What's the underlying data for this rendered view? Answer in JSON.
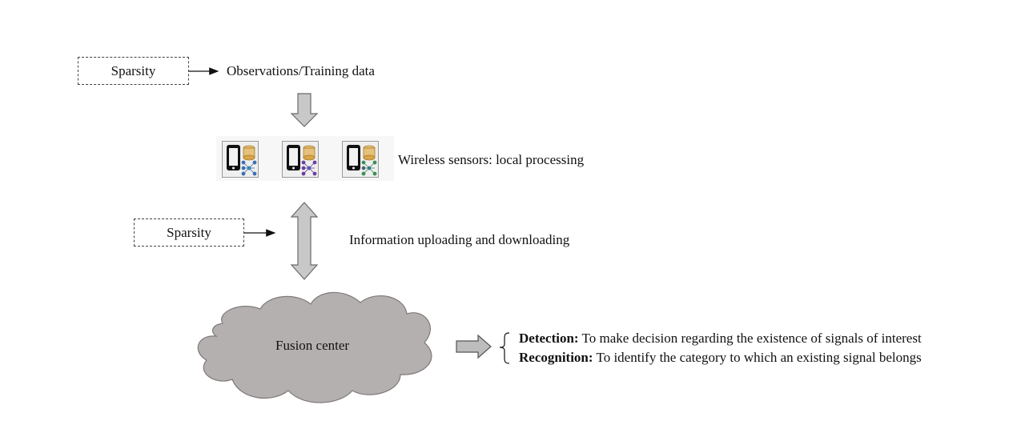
{
  "top": {
    "sparsity_label": "Sparsity",
    "observations_label": "Observations/Training data"
  },
  "sensors": {
    "label": "Wireless sensors: local processing",
    "count": 3,
    "icons": [
      "smartphone-icon",
      "database-icon",
      "neural-network-icon"
    ],
    "colors": {
      "database": "#d8a54a",
      "network_a": "#3b6fb5",
      "network_b": "#6a3fa0",
      "network_c": "#3e8e5a"
    }
  },
  "middle": {
    "sparsity_label": "Sparsity",
    "link_label": "Information uploading and downloading"
  },
  "fusion": {
    "label": "Fusion center",
    "cloud_color": "#b5b0b0"
  },
  "outputs": [
    {
      "term": "Detection:",
      "desc": "To make decision regarding the existence of signals of interest"
    },
    {
      "term": "Recognition:",
      "desc": "To identify the category to which an existing signal belongs"
    }
  ],
  "colors": {
    "arrow_fill": "#c8c8c8",
    "arrow_stroke": "#6a6a6a"
  }
}
